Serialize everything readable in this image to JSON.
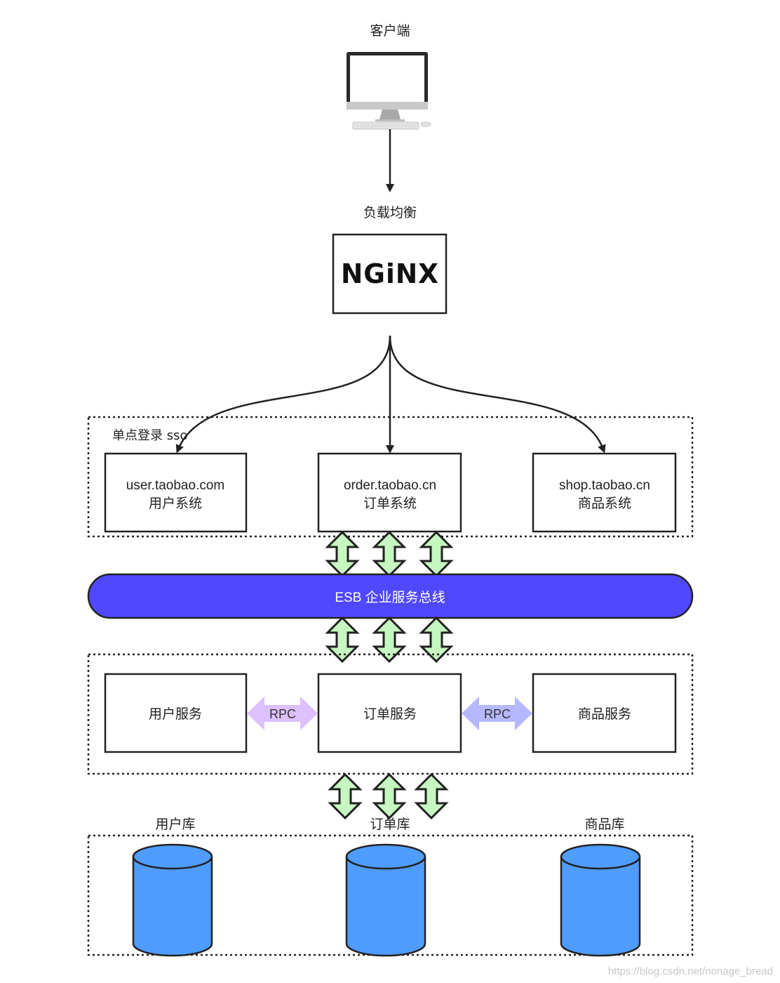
{
  "client": {
    "label": "客户端"
  },
  "load_balancer": {
    "label": "负载均衡",
    "logo_text": "NGiNX"
  },
  "sso_group": {
    "label": "单点登录 sso"
  },
  "systems": [
    {
      "domain": "user.taobao.com",
      "name": "用户系统"
    },
    {
      "domain": "order.taobao.cn",
      "name": "订单系统"
    },
    {
      "domain": "shop.taobao.cn",
      "name": "商品系统"
    }
  ],
  "esb": {
    "label": "ESB 企业服务总线"
  },
  "services": [
    {
      "name": "用户服务"
    },
    {
      "name": "订单服务"
    },
    {
      "name": "商品服务"
    }
  ],
  "rpc_links": [
    {
      "label": "RPC"
    },
    {
      "label": "RPC"
    }
  ],
  "databases": [
    {
      "name": "用户库"
    },
    {
      "name": "订单库"
    },
    {
      "name": "商品库"
    }
  ],
  "watermark": "https://blog.csdn.net/nonage_bread",
  "colors": {
    "esb_fill": "#5048ff",
    "db_fill": "#4f9cff",
    "green_arrow": "#c6f7c0",
    "rpc_purple": "#dcc0ff",
    "rpc_blue": "#b6b8ff"
  }
}
